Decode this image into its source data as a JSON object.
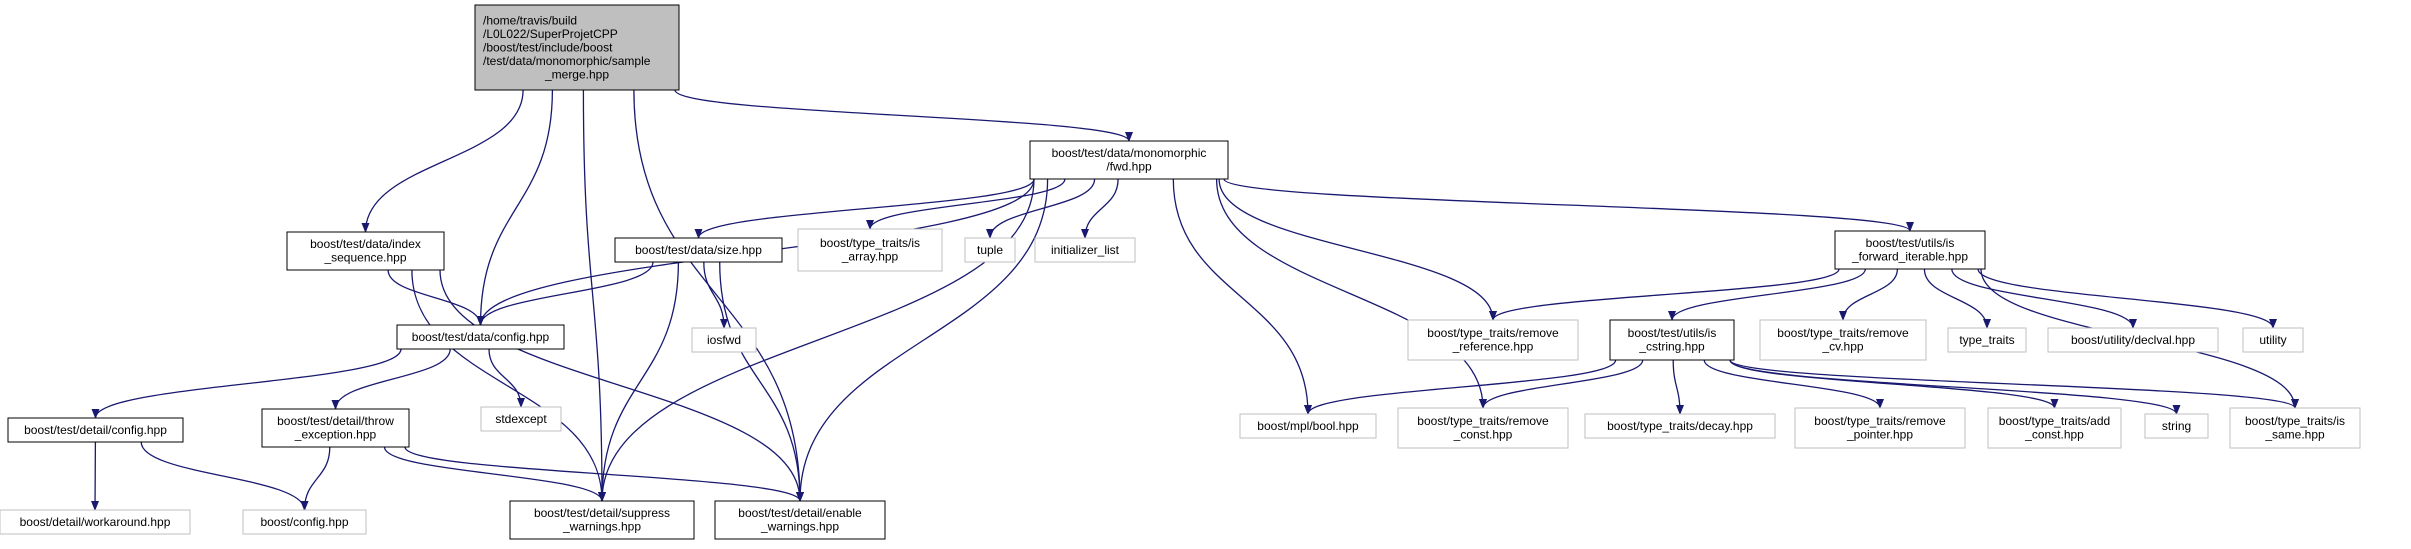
{
  "colors": {
    "edge": "#191970",
    "root_fill": "#bfbfbf",
    "doc_border": "#000000",
    "ext_border": "#bfbfbf"
  },
  "nodes": [
    {
      "id": "root",
      "kind": "root",
      "lines": [
        "/home/travis/build",
        "/L0L022/SuperProjetCPP",
        "/boost/test/include/boost",
        "/test/data/monomorphic/sample",
        "_merge.hpp"
      ]
    },
    {
      "id": "fwd",
      "kind": "doc",
      "lines": [
        "boost/test/data/monomorphic",
        "/fwd.hpp"
      ]
    },
    {
      "id": "index_seq",
      "kind": "doc",
      "lines": [
        "boost/test/data/index",
        "_sequence.hpp"
      ]
    },
    {
      "id": "data_config",
      "kind": "doc",
      "lines": [
        "boost/test/data/config.hpp"
      ]
    },
    {
      "id": "data_size",
      "kind": "doc",
      "lines": [
        "boost/test/data/size.hpp"
      ]
    },
    {
      "id": "is_array",
      "kind": "ext",
      "lines": [
        "boost/type_traits/is",
        "_array.hpp"
      ]
    },
    {
      "id": "tuple",
      "kind": "ext",
      "lines": [
        "tuple"
      ]
    },
    {
      "id": "init_list",
      "kind": "ext",
      "lines": [
        "initializer_list"
      ]
    },
    {
      "id": "fwd_iter",
      "kind": "doc",
      "lines": [
        "boost/test/utils/is",
        "_forward_iterable.hpp"
      ]
    },
    {
      "id": "iosfwd",
      "kind": "ext",
      "lines": [
        "iosfwd"
      ]
    },
    {
      "id": "stdexcept",
      "kind": "ext",
      "lines": [
        "stdexcept"
      ]
    },
    {
      "id": "detail_config",
      "kind": "doc",
      "lines": [
        "boost/test/detail/config.hpp"
      ]
    },
    {
      "id": "throw_exc",
      "kind": "doc",
      "lines": [
        "boost/test/detail/throw",
        "_exception.hpp"
      ]
    },
    {
      "id": "workaround",
      "kind": "ext",
      "lines": [
        "boost/detail/workaround.hpp"
      ]
    },
    {
      "id": "boost_config",
      "kind": "ext",
      "lines": [
        "boost/config.hpp"
      ]
    },
    {
      "id": "suppress",
      "kind": "doc",
      "lines": [
        "boost/test/detail/suppress",
        "_warnings.hpp"
      ]
    },
    {
      "id": "enable",
      "kind": "doc",
      "lines": [
        "boost/test/detail/enable",
        "_warnings.hpp"
      ]
    },
    {
      "id": "remove_ref",
      "kind": "ext",
      "lines": [
        "boost/type_traits/remove",
        "_reference.hpp"
      ]
    },
    {
      "id": "is_cstring",
      "kind": "doc",
      "lines": [
        "boost/test/utils/is",
        "_cstring.hpp"
      ]
    },
    {
      "id": "remove_cv",
      "kind": "ext",
      "lines": [
        "boost/type_traits/remove",
        "_cv.hpp"
      ]
    },
    {
      "id": "type_traits",
      "kind": "ext",
      "lines": [
        "type_traits"
      ]
    },
    {
      "id": "declval",
      "kind": "ext",
      "lines": [
        "boost/utility/declval.hpp"
      ]
    },
    {
      "id": "utility",
      "kind": "ext",
      "lines": [
        "utility"
      ]
    },
    {
      "id": "mpl_bool",
      "kind": "ext",
      "lines": [
        "boost/mpl/bool.hpp"
      ]
    },
    {
      "id": "remove_const",
      "kind": "ext",
      "lines": [
        "boost/type_traits/remove",
        "_const.hpp"
      ]
    },
    {
      "id": "decay",
      "kind": "ext",
      "lines": [
        "boost/type_traits/decay.hpp"
      ]
    },
    {
      "id": "remove_ptr",
      "kind": "ext",
      "lines": [
        "boost/type_traits/remove",
        "_pointer.hpp"
      ]
    },
    {
      "id": "add_const",
      "kind": "ext",
      "lines": [
        "boost/type_traits/add",
        "_const.hpp"
      ]
    },
    {
      "id": "string",
      "kind": "ext",
      "lines": [
        "string"
      ]
    },
    {
      "id": "is_same",
      "kind": "ext",
      "lines": [
        "boost/type_traits/is",
        "_same.hpp"
      ]
    }
  ],
  "edges": [
    [
      "root",
      "fwd"
    ],
    [
      "root",
      "index_seq"
    ],
    [
      "root",
      "data_config"
    ],
    [
      "root",
      "suppress"
    ],
    [
      "root",
      "enable"
    ],
    [
      "fwd",
      "data_config"
    ],
    [
      "fwd",
      "data_size"
    ],
    [
      "fwd",
      "is_array"
    ],
    [
      "fwd",
      "tuple"
    ],
    [
      "fwd",
      "init_list"
    ],
    [
      "fwd",
      "fwd_iter"
    ],
    [
      "fwd",
      "remove_ref"
    ],
    [
      "fwd",
      "mpl_bool"
    ],
    [
      "fwd",
      "remove_const"
    ],
    [
      "fwd",
      "suppress"
    ],
    [
      "fwd",
      "enable"
    ],
    [
      "index_seq",
      "data_config"
    ],
    [
      "index_seq",
      "suppress"
    ],
    [
      "index_seq",
      "enable"
    ],
    [
      "data_size",
      "data_config"
    ],
    [
      "data_size",
      "iosfwd"
    ],
    [
      "data_size",
      "suppress"
    ],
    [
      "data_size",
      "enable"
    ],
    [
      "data_config",
      "detail_config"
    ],
    [
      "data_config",
      "throw_exc"
    ],
    [
      "data_config",
      "stdexcept"
    ],
    [
      "detail_config",
      "workaround"
    ],
    [
      "detail_config",
      "boost_config"
    ],
    [
      "throw_exc",
      "boost_config"
    ],
    [
      "throw_exc",
      "suppress"
    ],
    [
      "throw_exc",
      "enable"
    ],
    [
      "fwd_iter",
      "remove_ref"
    ],
    [
      "fwd_iter",
      "is_cstring"
    ],
    [
      "fwd_iter",
      "remove_cv"
    ],
    [
      "fwd_iter",
      "type_traits"
    ],
    [
      "fwd_iter",
      "declval"
    ],
    [
      "fwd_iter",
      "utility"
    ],
    [
      "fwd_iter",
      "is_same"
    ],
    [
      "is_cstring",
      "mpl_bool"
    ],
    [
      "is_cstring",
      "remove_const"
    ],
    [
      "is_cstring",
      "decay"
    ],
    [
      "is_cstring",
      "remove_ptr"
    ],
    [
      "is_cstring",
      "add_const"
    ],
    [
      "is_cstring",
      "string"
    ],
    [
      "is_cstring",
      "is_same"
    ]
  ]
}
